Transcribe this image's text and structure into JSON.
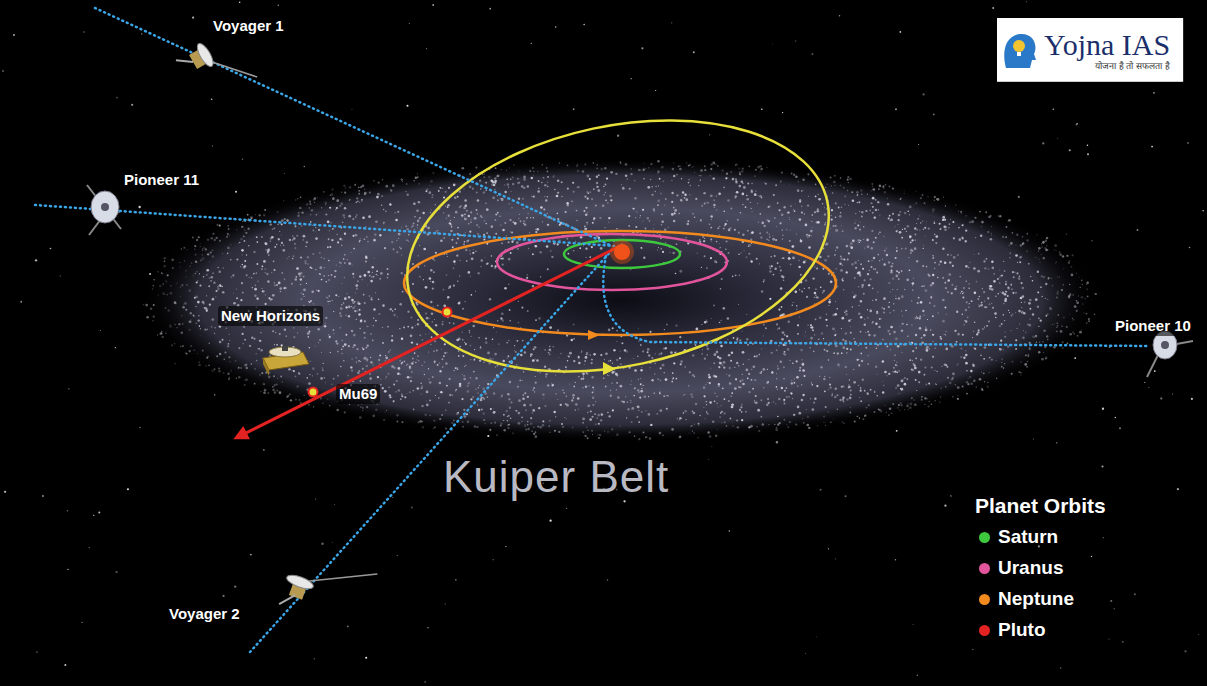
{
  "diagram": {
    "nodes": [
      {
        "text": [
          "Yojna IAS",
          "योजना है तो सफलता है"
        ]
      }
    ],
    "labels": [
      "Voyager 1",
      "Pioneer 11",
      "New Horizons",
      "Mu69",
      "Pioneer 10",
      "Voyager 2",
      "Kuiper Belt",
      "Planet Orbits"
    ],
    "legend": [
      {
        "text": "Saturn",
        "color": "#3dc83d"
      },
      {
        "text": "Uranus",
        "color": "#e2549c"
      },
      {
        "text": "Neptune",
        "color": "#f28a1e"
      },
      {
        "text": "Pluto",
        "color": "#e32222"
      }
    ]
  }
}
